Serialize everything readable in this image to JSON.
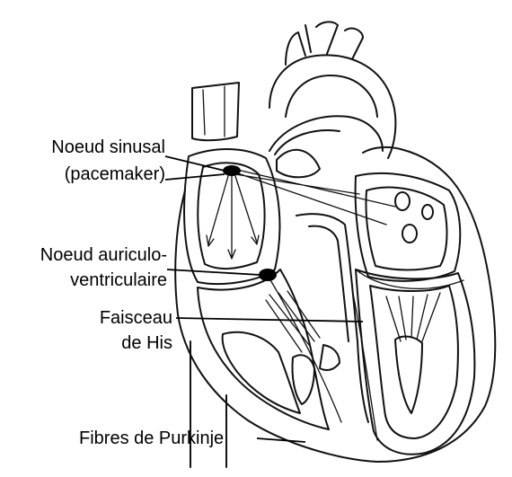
{
  "labels": {
    "sinus_line1": "Noeud sinusal",
    "sinus_line2": "(pacemaker)",
    "av_line1": "Noeud auriculo-",
    "av_line2": "ventriculaire",
    "his_line1": "Faisceau",
    "his_line2": "de His",
    "purkinje": "Fibres de Purkinje"
  },
  "colors": {
    "ink": "#111111",
    "stipple": "#444444",
    "node": "#000000"
  }
}
